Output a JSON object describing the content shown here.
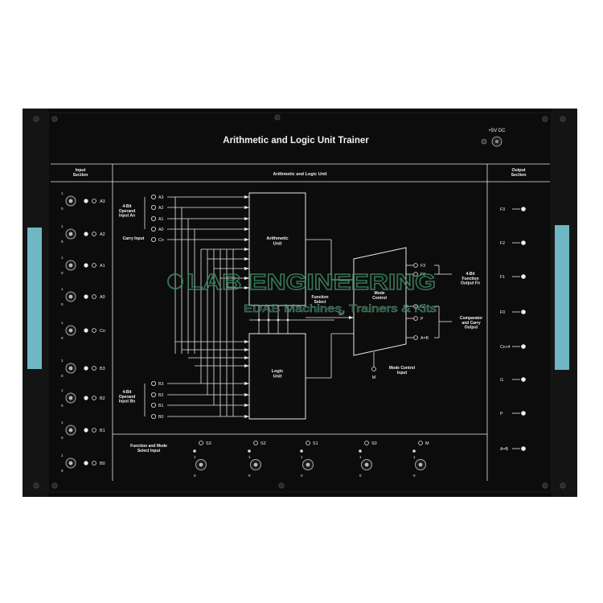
{
  "panel": {
    "title": "Arithmetic and Logic Unit Trainer",
    "power_label": "+5V DC",
    "colors": {
      "panel": "#0b0b0c",
      "accent_bar": "#6fb7c4",
      "line": "#e8e8e8",
      "block": "#101010"
    }
  },
  "sections": {
    "input": "Input\nSection",
    "alu": "Arithmetic and Logic Unit",
    "output": "Output\nSection"
  },
  "inputs": [
    "A3",
    "A2",
    "A1",
    "A0",
    "Cn",
    "B3",
    "B2",
    "B1",
    "B0"
  ],
  "operand_a": {
    "label": "4-Bit\nOperand\nInput An",
    "pins": [
      "A3",
      "A2",
      "A1",
      "A0"
    ]
  },
  "carry_label": "Carry Input",
  "carry_pin": "Cn",
  "operand_b": {
    "label": "4-Bit\nOperand\nInput Bn",
    "pins": [
      "B3",
      "B2",
      "B1",
      "B0"
    ]
  },
  "blocks": {
    "arith": "Arithmetic\nUnit",
    "logic": "Logic\nUnit",
    "function_select": "Function\nSelect",
    "sn": "Sn",
    "mode": "Mode\nControl"
  },
  "mux_outputs": [
    "F3",
    "F0",
    "G",
    "P",
    "A=B"
  ],
  "output_groups": {
    "function": "4-Bit\nFunction\nOutput Fn",
    "comparator": "Comparator\nand Carry\nOutput"
  },
  "mode_control": {
    "pin": "M",
    "label": "Mode Control\nInput"
  },
  "outputs": [
    "F3",
    "F2",
    "F1",
    "F0",
    "Cn+4",
    "G",
    "P",
    "A=B"
  ],
  "select": {
    "label": "Function and Mode\nSelect Input",
    "switches": [
      "S3",
      "S2",
      "S1",
      "S0",
      "M"
    ]
  },
  "toggle_marks": [
    "1",
    "0"
  ],
  "watermark": {
    "brand": "LAB ENGINEERING",
    "tagline": "EDAB Machines, Trainers & Kits"
  }
}
